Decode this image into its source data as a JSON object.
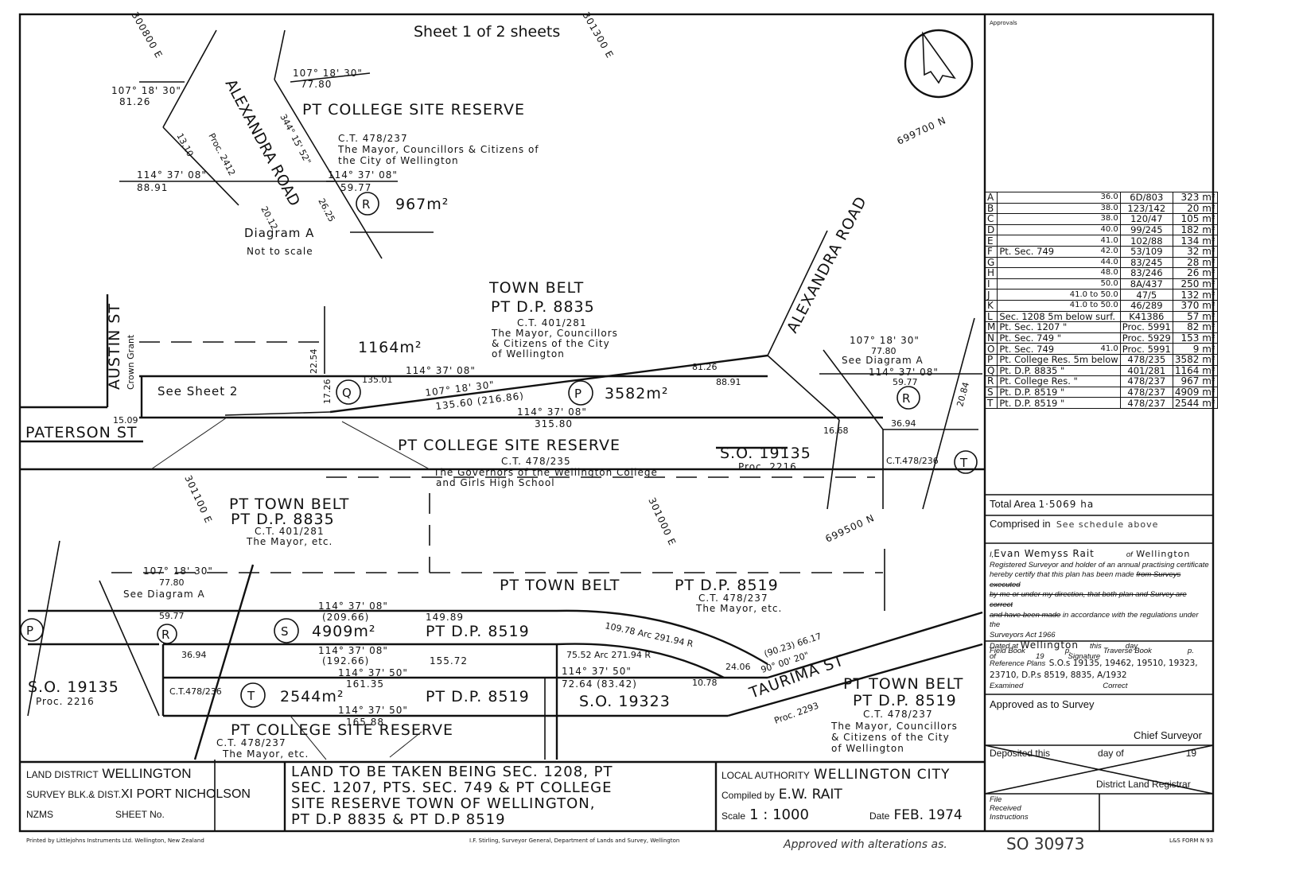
{
  "header": {
    "sheet": "Sheet 1 of 2 sheets",
    "approvals": "Approvals"
  },
  "map": {
    "north_arrow": "north-arrow-icon",
    "grid": {
      "e1": "300800 E",
      "e2": "301000 E",
      "e3": "301100 E",
      "e4": "301300 E",
      "n1": "699700 N",
      "n2": "699500 N"
    },
    "diagram_a": {
      "title": "Diagram A",
      "note": "Not to scale",
      "road": "ALEXANDRA ROAD",
      "proc": "Proc. 2412",
      "parcel_name": "PT COLLEGE SITE RESERVE",
      "ct": "C.T. 478/237",
      "owner1": "The Mayor, Councillors & Citizens of",
      "owner2": "the City of Wellington",
      "b1": "107° 18' 30\"",
      "d1": "81.26",
      "b2": "107° 18' 30\"",
      "d2": "77.80",
      "b3": "114° 37' 08\"",
      "d3": "88.91",
      "b4": "114° 37' 08\"",
      "d4": "59.77",
      "lot": "R",
      "area": "967m²",
      "s1": "344° 15' 52\"",
      "s2": "26.25",
      "s3": "20.12",
      "s4": "13.10"
    },
    "town_belt": {
      "title": "TOWN BELT",
      "dp": "PT D.P. 8835",
      "ct": "C.T. 401/281",
      "owner1": "The Mayor, Councillors",
      "owner2": "& Citizens of the City",
      "owner3": "of Wellington"
    },
    "austin_st": "AUSTIN ST",
    "crown_grant": "Crown Grant",
    "paterson_st": "PATERSON ST",
    "see_sheet2": "See Sheet 2",
    "alexandra_road": "ALEXANDRA ROAD",
    "lot_q": {
      "label": "Q",
      "area": "1164m²"
    },
    "lot_p": {
      "label": "P",
      "area": "3582m²"
    },
    "lot_r": {
      "label": "R",
      "see": "See Diagram A"
    },
    "lot_t_upper": {
      "label": "T",
      "ct": "C.T.478/236"
    },
    "bearings_upper": {
      "b1": "114° 37' 08\"",
      "d1": "135.01",
      "b2": "107° 18' 30\"",
      "d2": "135.60 (216.86)",
      "b3": "114° 37' 08\"",
      "d3": "315.80",
      "d4": "81.26",
      "d5": "88.91",
      "d6": "15.09",
      "d7": "22.54",
      "d8": "17.26",
      "b9": "107° 18' 30\"",
      "d9": "77.80",
      "b10": "114° 37' 08\"",
      "d10": "59.77",
      "d11": "36.94",
      "d12": "16.68",
      "d13": "20.84"
    },
    "college_reserve": {
      "title": "PT COLLEGE SITE RESERVE",
      "ct": "C.T. 478/235",
      "owner1": "The Governors of the Wellington College",
      "owner2": "and Girls High School"
    },
    "so19135_upper": {
      "title": "S.O. 19135",
      "proc": "Proc. 2216"
    },
    "pt_town_belt_lower_left": {
      "title": "PT TOWN BELT",
      "dp": "PT D.P. 8835",
      "ct": "C.T. 401/281",
      "owner": "The Mayor, etc."
    },
    "pt_town_belt_mid": {
      "title": "PT TOWN BELT",
      "dp": "PT D.P. 8519",
      "ct": "C.T. 478/237",
      "owner": "The Mayor, etc."
    },
    "lot_s": {
      "label": "S",
      "area": "4909m²",
      "dp": "PT D.P. 8519"
    },
    "lot_t": {
      "label": "T",
      "area": "2544m²",
      "dp": "PT D.P. 8519",
      "ct": "C.T.478/236"
    },
    "lot_p_lower": {
      "label": "P"
    },
    "lot_r_lower": {
      "label": "R",
      "see": "See Diagram A"
    },
    "bearings_lower": {
      "b1": "107° 18' 30\"",
      "d1": "77.80",
      "b2": "114° 37' 08\"",
      "d2": "(209.66)",
      "d2b": "149.89",
      "d3": "59.77",
      "b4": "114° 37' 08\"",
      "d4": "(192.66)",
      "d4b": "155.72",
      "d5": "36.94",
      "b6": "114° 37' 50\"",
      "d6": "161.35",
      "b7": "114° 37' 50\"",
      "d7": "165.88",
      "b8": "114° 37' 50\"",
      "d8": "72.64 (83.42)",
      "arc1": "109.78 Arc 291.94 R",
      "arc2": "75.52 Arc 271.94 R",
      "d9": "24.06",
      "d10": "10.78",
      "d11": "(90.23) 66.17",
      "b12": "90° 00' 20\""
    },
    "so19323": "S.O. 19323",
    "so19135_lower": {
      "title": "S.O. 19135",
      "proc": "Proc. 2216"
    },
    "taurima_st": "TAURIMA ST",
    "taurima_proc": "Proc. 2293",
    "pt_town_belt_right": {
      "title": "PT TOWN BELT",
      "dp": "PT D.P. 8519",
      "ct": "C.T. 478/237",
      "owner1": "The Mayor, Councillors",
      "owner2": "& Citizens of the City",
      "owner3": "of Wellington"
    },
    "college_reserve_lower": {
      "title": "PT COLLEGE SITE RESERVE",
      "ct": "C.T. 478/237",
      "owner": "The Mayor, etc."
    }
  },
  "schedule": [
    {
      "letter": "A",
      "desc": "",
      "value": "36.0",
      "ct": "6D/803",
      "area": "323 m²"
    },
    {
      "letter": "B",
      "desc": "",
      "value": "38.0",
      "ct": "123/142",
      "area": "20 m²"
    },
    {
      "letter": "C",
      "desc": "",
      "value": "38.0",
      "ct": "120/47",
      "area": "105 m²"
    },
    {
      "letter": "D",
      "desc": "",
      "value": "40.0",
      "ct": "99/245",
      "area": "182 m²"
    },
    {
      "letter": "E",
      "desc": "",
      "value": "41.0",
      "ct": "102/88",
      "area": "134 m²"
    },
    {
      "letter": "F",
      "desc": "Pt. Sec. 749",
      "value": "42.0",
      "ct": "53/109",
      "area": "32 m²"
    },
    {
      "letter": "G",
      "desc": "",
      "value": "44.0",
      "ct": "83/245",
      "area": "28 m²"
    },
    {
      "letter": "H",
      "desc": "",
      "value": "48.0",
      "ct": "83/246",
      "area": "26 m²"
    },
    {
      "letter": "I",
      "desc": "",
      "value": "50.0",
      "ct": "8A/437",
      "area": "250 m²"
    },
    {
      "letter": "J",
      "desc": "",
      "value": "41.0 to 50.0",
      "ct": "47/5",
      "area": "132 m²"
    },
    {
      "letter": "K",
      "desc": "",
      "value": "41.0 to 50.0",
      "ct": "46/289",
      "area": "370 m²"
    },
    {
      "letter": "L",
      "desc": "Sec. 1208 5m below surf.",
      "value": "",
      "ct": "K41386",
      "area": "57 m²"
    },
    {
      "letter": "M",
      "desc": "Pt. Sec. 1207 \"",
      "value": "",
      "ct": "Proc. 5991",
      "area": "82 m²"
    },
    {
      "letter": "N",
      "desc": "Pt. Sec. 749 \"",
      "value": "",
      "ct": "Proc. 5929",
      "area": "153 m²"
    },
    {
      "letter": "O",
      "desc": "Pt. Sec. 749",
      "value": "41.0",
      "ct": "Proc. 5991",
      "area": "9 m²"
    },
    {
      "letter": "P",
      "desc": "Pt. College Res. 5m below",
      "value": "",
      "ct": "478/235",
      "area": "3582 m²"
    },
    {
      "letter": "Q",
      "desc": "Pt. D.P. 8835 \"",
      "value": "",
      "ct": "401/281",
      "area": "1164 m²"
    },
    {
      "letter": "R",
      "desc": "Pt. College Res. \"",
      "value": "",
      "ct": "478/237",
      "area": "967 m²"
    },
    {
      "letter": "S",
      "desc": "Pt. D.P. 8519 \"",
      "value": "",
      "ct": "478/237",
      "area": "4909 m²"
    },
    {
      "letter": "T",
      "desc": "Pt. D.P. 8519 \"",
      "value": "",
      "ct": "478/237",
      "area": "2544 m²"
    }
  ],
  "summary": {
    "total_area_label": "Total Area",
    "total_area": "1·5069 ha",
    "comprised_label": "Comprised in",
    "comprised": "See schedule above"
  },
  "certificate": {
    "i": "I,",
    "name": "Evan Wemyss Rait",
    "of": "of",
    "place": "Wellington",
    "line1": "Registered Surveyor and holder of an annual practising certificate",
    "line2a": "hereby certify that this plan has been made",
    "line2b": "from Surveys executed",
    "line3": "by me or under my direction, that both plan and Survey are correct",
    "line4a": "and have been made",
    "line4b": "in accordance with the regulations under the",
    "line5": "Surveyors Act 1966",
    "dated_label": "Dated at",
    "dated_place": "Wellington",
    "this": "this",
    "day": "day",
    "of2": "of",
    "year": "19",
    "signature": "Signature"
  },
  "references": {
    "field_book": "Field Book",
    "p1": "p.",
    "traverse_book": "Traverse Book",
    "p2": "p.",
    "ref_label": "Reference Plans",
    "ref1": "S.O.s 19135, 19462, 19510, 19323,",
    "ref2": "23710, D.P.s 8519, 8835, A/1932",
    "examined": "Examined",
    "correct": "Correct"
  },
  "approval": {
    "approved": "Approved as to Survey",
    "chief": "Chief Surveyor",
    "deposited": "Deposited this",
    "day_of": "day of",
    "year": "19",
    "registrar": "District Land Registrar",
    "file": "File",
    "received": "Received",
    "instructions": "Instructions"
  },
  "title_block": {
    "land_district_label": "LAND DISTRICT",
    "land_district": "WELLINGTON",
    "survey_label": "SURVEY BLK.& DIST.",
    "survey": "XI PORT NICHOLSON",
    "nzms_label": "NZMS",
    "sheet_no_label": "SHEET No.",
    "title1": "LAND TO BE TAKEN BEING SEC. 1208, PT",
    "title2": "SEC. 1207, PTS. SEC. 749 & PT COLLEGE",
    "title3": "SITE RESERVE TOWN OF WELLINGTON,",
    "title4": "PT D.P 8835 & PT D.P 8519",
    "local_authority_label": "LOCAL AUTHORITY",
    "local_authority": "WELLINGTON CITY",
    "compiled_label": "Compiled by",
    "compiled": "E.W. RAIT",
    "scale_label": "Scale",
    "scale": "1 : 1000",
    "date_label": "Date",
    "date": "FEB. 1974"
  },
  "footer": {
    "printer": "Printed by Littlejohns Instruments Ltd. Wellington, New Zealand",
    "surveyor_general": "I.F. Stirling, Surveyor General, Department of Lands and Survey, Wellington",
    "approval_note": "Approved with alterations as.",
    "plan_number": "SO 30973",
    "form": "L&S FORM N 93"
  }
}
